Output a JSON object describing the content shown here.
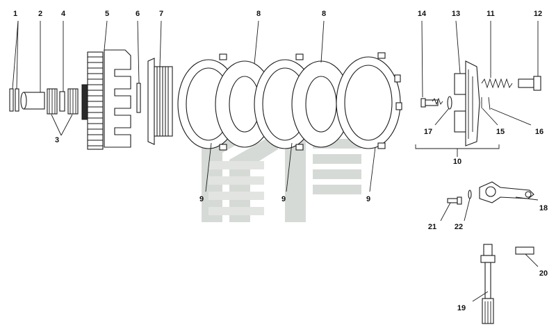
{
  "diagram": {
    "watermark_color": "#c9cdc9",
    "parts": [
      {
        "id": "part-1",
        "label": "1"
      },
      {
        "id": "part-2",
        "label": "2"
      },
      {
        "id": "part-3",
        "label": "3"
      },
      {
        "id": "part-4",
        "label": "4"
      },
      {
        "id": "part-5",
        "label": "5"
      },
      {
        "id": "part-6",
        "label": "6"
      },
      {
        "id": "part-7",
        "label": "7"
      },
      {
        "id": "part-8a",
        "label": "8"
      },
      {
        "id": "part-8b",
        "label": "8"
      },
      {
        "id": "part-9a",
        "label": "9"
      },
      {
        "id": "part-9b",
        "label": "9"
      },
      {
        "id": "part-9c",
        "label": "9"
      },
      {
        "id": "part-10",
        "label": "10"
      },
      {
        "id": "part-11",
        "label": "11"
      },
      {
        "id": "part-12",
        "label": "12"
      },
      {
        "id": "part-13",
        "label": "13"
      },
      {
        "id": "part-14",
        "label": "14"
      },
      {
        "id": "part-15",
        "label": "15"
      },
      {
        "id": "part-16",
        "label": "16"
      },
      {
        "id": "part-17",
        "label": "17"
      },
      {
        "id": "part-18",
        "label": "18"
      },
      {
        "id": "part-19",
        "label": "19"
      },
      {
        "id": "part-20",
        "label": "20"
      },
      {
        "id": "part-21",
        "label": "21"
      },
      {
        "id": "part-22",
        "label": "22"
      }
    ]
  }
}
